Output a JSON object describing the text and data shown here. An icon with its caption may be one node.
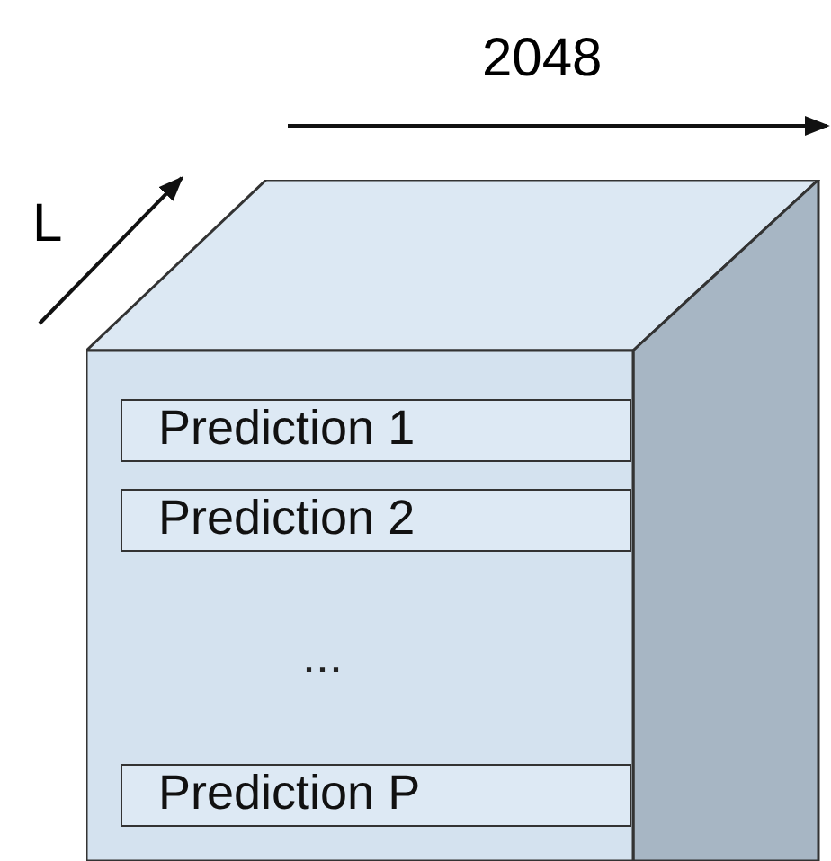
{
  "diagram": {
    "nodes": [
      {
        "text": [
          "..."
        ]
      },
      {
        "text": [
          "Prediction 1"
        ],
        "in": 0
      },
      {
        "text": [
          "Prediction 2"
        ],
        "in": 0
      },
      {
        "text": [
          "Prediction P"
        ],
        "in": 0
      }
    ],
    "labels": [
      "2048",
      "L"
    ]
  }
}
